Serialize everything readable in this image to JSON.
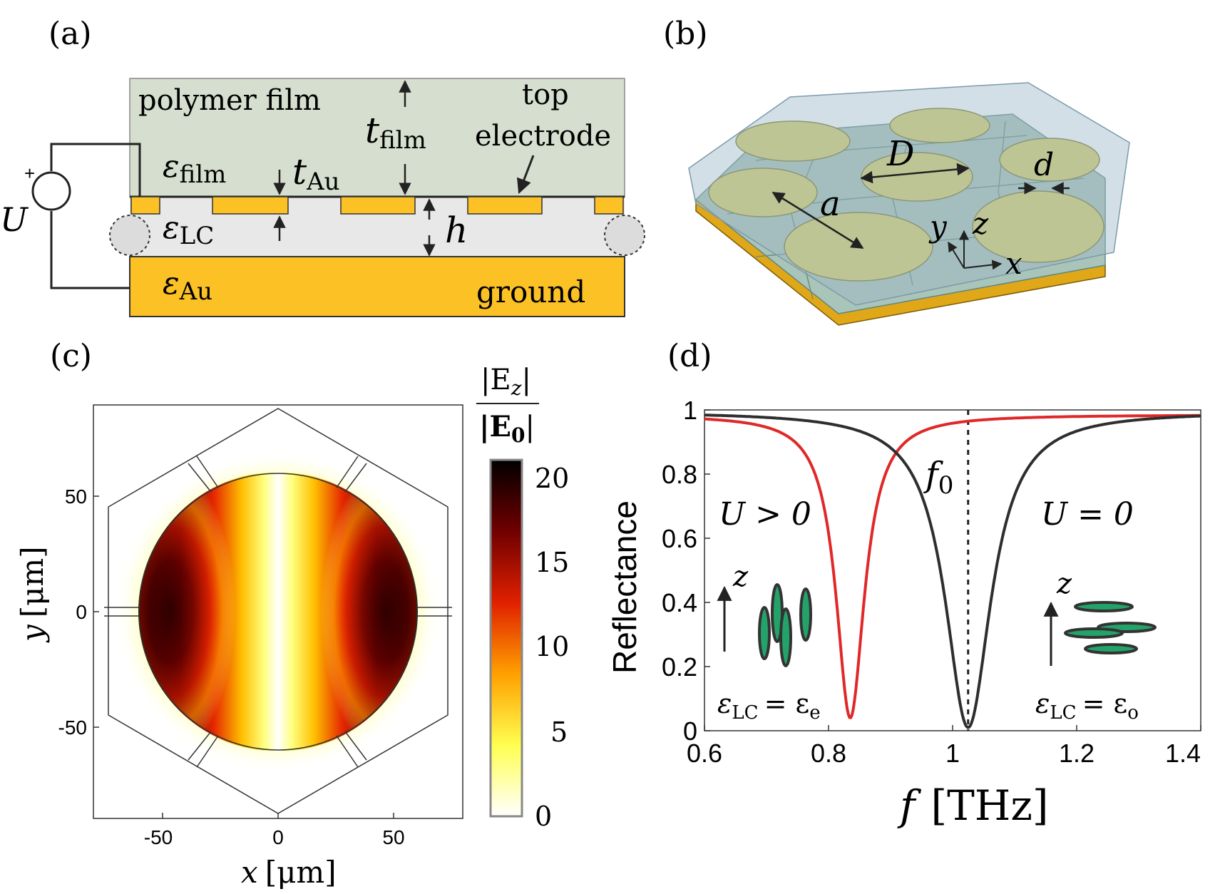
{
  "panel_labels": {
    "a": "(a)",
    "b": "(b)",
    "c": "(c)",
    "d": "(d)"
  },
  "colors": {
    "film": "#d6dfcf",
    "gold": "#fbc125",
    "lc": "#e8e8e8",
    "hex_fill": "#a9c4b8",
    "disk": "#d9cf6c",
    "curve_on": "#e02828",
    "curve_off": "#2e2e2e",
    "lc_molecule": "#23a36a"
  },
  "panel_a": {
    "polymer_film": "polymer film",
    "t": "t",
    "film_sub": "film",
    "top": "top",
    "electrode": "electrode",
    "eps": "ε",
    "au_sub": "Au",
    "lc_sub": "LC",
    "h": "h",
    "ground": "ground",
    "U": "U",
    "plus": "+"
  },
  "panel_b": {
    "D": "D",
    "d": "d",
    "a": "a",
    "x": "x",
    "y": "y",
    "z": "z"
  },
  "panel_c": {
    "xlabel_var": "x",
    "xlabel_unit": "[μm]",
    "ylabel_var": "y",
    "ylabel_unit": "[μm]",
    "xticks": [
      "-50",
      "0",
      "50"
    ],
    "yticks": [
      "50",
      "0",
      "-50"
    ],
    "cbar_num": "|E",
    "cbar_num_sub": "z",
    "cbar_num_end": "|",
    "cbar_den": "|E",
    "cbar_den_sub": "0",
    "cbar_den_end": "|",
    "cbar_ticks": [
      "20",
      "15",
      "10",
      "5",
      "0"
    ]
  },
  "chart_data": {
    "type": "line",
    "xlabel": "f  [THz]",
    "xlabel_var": "f",
    "xlabel_unit": "[THz]",
    "ylabel": "Reflectance",
    "xlim": [
      0.6,
      1.4
    ],
    "ylim": [
      0,
      1
    ],
    "xticks": [
      "0.6",
      "0.8",
      "1",
      "1.2",
      "1.4"
    ],
    "yticks": [
      "0",
      "0.2",
      "0.4",
      "0.6",
      "0.8",
      "1"
    ],
    "series": [
      {
        "color": "#e02828",
        "resonance": 0.835,
        "min": 0.04,
        "x": [
          0.6,
          0.7,
          0.75,
          0.8,
          0.82,
          0.835,
          0.85,
          0.88,
          0.92,
          1.0,
          1.1,
          1.2,
          1.4
        ],
        "y": [
          0.985,
          0.965,
          0.93,
          0.7,
          0.35,
          0.04,
          0.35,
          0.75,
          0.9,
          0.96,
          0.975,
          0.98,
          0.985
        ]
      },
      {
        "color": "#2e2e2e",
        "resonance": 1.025,
        "min": 0.01,
        "x": [
          0.6,
          0.7,
          0.8,
          0.9,
          0.95,
          1.0,
          1.025,
          1.05,
          1.1,
          1.2,
          1.3,
          1.4
        ],
        "y": [
          0.99,
          0.985,
          0.96,
          0.88,
          0.72,
          0.25,
          0.01,
          0.3,
          0.7,
          0.88,
          0.93,
          0.96
        ]
      }
    ],
    "annotations": {
      "f0": "f",
      "f0_sub": "0",
      "f0_value": 1.025,
      "U_on": "U > 0",
      "U_off": "U = 0",
      "eps_left": "ε",
      "eps_left_sub": "LC",
      "eps_left_rhs": "= ε",
      "eps_left_rhs_sub": "e",
      "eps_right_sub": "LC",
      "eps_right_rhs_sub": "o",
      "z": "z"
    }
  }
}
